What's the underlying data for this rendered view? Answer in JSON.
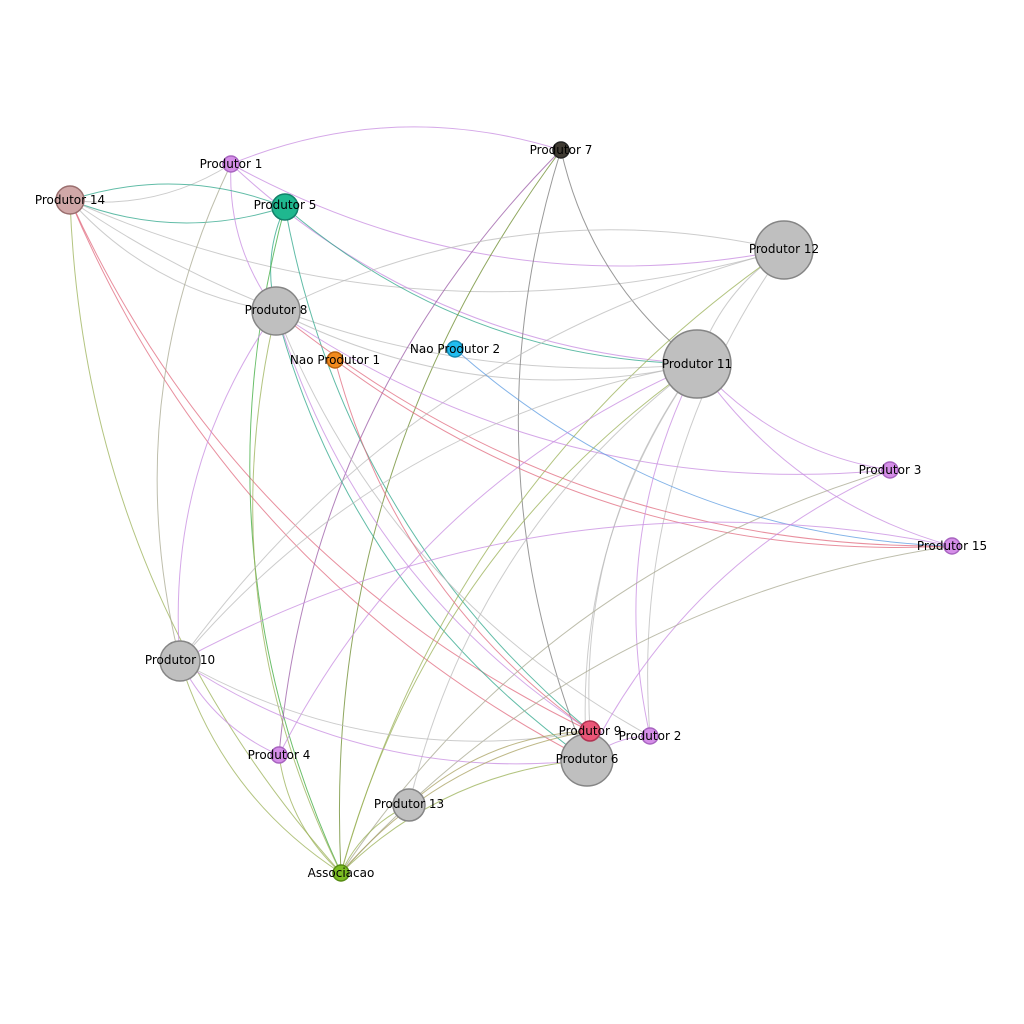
{
  "nodes": [
    {
      "id": "p1",
      "label": "Produtor 1",
      "color": "#d58ee8",
      "stroke": "#a864c0"
    },
    {
      "id": "p2",
      "label": "Produtor 2",
      "color": "#d58ee8",
      "stroke": "#a864c0"
    },
    {
      "id": "p3",
      "label": "Produtor 3",
      "color": "#d58ee8",
      "stroke": "#a864c0"
    },
    {
      "id": "p4",
      "label": "Produtor 4",
      "color": "#d58ee8",
      "stroke": "#a864c0"
    },
    {
      "id": "p5",
      "label": "Produtor 5",
      "color": "#1fb88f",
      "stroke": "#12806a"
    },
    {
      "id": "p6",
      "label": "Produtor 6",
      "color": "#bfbfbf",
      "stroke": "#858585"
    },
    {
      "id": "p7",
      "label": "Produtor 7",
      "color": "#3f3a32",
      "stroke": "#222222"
    },
    {
      "id": "p8",
      "label": "Produtor 8",
      "color": "#bfbfbf",
      "stroke": "#858585"
    },
    {
      "id": "p9",
      "label": "Produtor 9",
      "color": "#ea5677",
      "stroke": "#b13453"
    },
    {
      "id": "p10",
      "label": "Produtor 10",
      "color": "#bfbfbf",
      "stroke": "#858585"
    },
    {
      "id": "p11",
      "label": "Produtor 11",
      "color": "#bfbfbf",
      "stroke": "#858585"
    },
    {
      "id": "p12",
      "label": "Produtor 12",
      "color": "#bfbfbf",
      "stroke": "#858585"
    },
    {
      "id": "p13",
      "label": "Produtor 13",
      "color": "#bfbfbf",
      "stroke": "#858585"
    },
    {
      "id": "p14",
      "label": "Produtor 14",
      "color": "#d1a8a8",
      "stroke": "#9a6e6e"
    },
    {
      "id": "p15",
      "label": "Produtor 15",
      "color": "#d58ee8",
      "stroke": "#a864c0"
    },
    {
      "id": "np1",
      "label": "Nao Produtor 1",
      "color": "#f28a1e",
      "stroke": "#b8620d"
    },
    {
      "id": "np2",
      "label": "Nao Produtor 2",
      "color": "#21bdf0",
      "stroke": "#1288b0"
    },
    {
      "id": "assoc",
      "label": "Associacao",
      "color": "#7cbd23",
      "stroke": "#558a12"
    }
  ],
  "edges": [
    {
      "from": "p14",
      "to": "p1",
      "color": "#bbbbbb"
    },
    {
      "from": "p14",
      "to": "p5",
      "color": "#2ca58a"
    },
    {
      "from": "p14",
      "to": "p8",
      "color": "#bbbbbb"
    },
    {
      "from": "p14",
      "to": "p12",
      "color": "#bbbbbb"
    },
    {
      "from": "p14",
      "to": "p9",
      "color": "#e06a7e"
    },
    {
      "from": "p14",
      "to": "p6",
      "color": "#e06a7e"
    },
    {
      "from": "p14",
      "to": "assoc",
      "color": "#9ab055"
    },
    {
      "from": "p14",
      "to": "p11",
      "color": "#bbbbbb"
    },
    {
      "from": "p1",
      "to": "p11",
      "color": "#c78be0"
    },
    {
      "from": "p1",
      "to": "p12",
      "color": "#c78be0"
    },
    {
      "from": "p1",
      "to": "p8",
      "color": "#c78be0"
    },
    {
      "from": "p1",
      "to": "p10",
      "color": "#a8a890"
    },
    {
      "from": "p5",
      "to": "p11",
      "color": "#2ca58a"
    },
    {
      "from": "p5",
      "to": "p8",
      "color": "#2ca58a"
    },
    {
      "from": "p5",
      "to": "p9",
      "color": "#2ca58a"
    },
    {
      "from": "p5",
      "to": "assoc",
      "color": "#3aaa3a"
    },
    {
      "from": "p5",
      "to": "p14",
      "color": "#2ca58a"
    },
    {
      "from": "p7",
      "to": "assoc",
      "color": "#6a8a2a"
    },
    {
      "from": "p7",
      "to": "p4",
      "color": "#9a5aa6"
    },
    {
      "from": "p7",
      "to": "p11",
      "color": "#777777"
    },
    {
      "from": "p7",
      "to": "p6",
      "color": "#777777"
    },
    {
      "from": "p7",
      "to": "p1",
      "color": "#c78be0"
    },
    {
      "from": "p12",
      "to": "p11",
      "color": "#bbbbbb"
    },
    {
      "from": "p12",
      "to": "assoc",
      "color": "#9ab055"
    },
    {
      "from": "p12",
      "to": "p8",
      "color": "#bbbbbb"
    },
    {
      "from": "p12",
      "to": "p2",
      "color": "#bbbbbb"
    },
    {
      "from": "p12",
      "to": "p10",
      "color": "#bbbbbb"
    },
    {
      "from": "p8",
      "to": "p11",
      "color": "#bbbbbb"
    },
    {
      "from": "p8",
      "to": "p6",
      "color": "#2ca58a"
    },
    {
      "from": "p8",
      "to": "p9",
      "color": "#c78be0"
    },
    {
      "from": "p8",
      "to": "p15",
      "color": "#e06a7e"
    },
    {
      "from": "p8",
      "to": "p3",
      "color": "#c78be0"
    },
    {
      "from": "p8",
      "to": "assoc",
      "color": "#9ab055"
    },
    {
      "from": "p8",
      "to": "p10",
      "color": "#c78be0"
    },
    {
      "from": "p8",
      "to": "p2",
      "color": "#bbbbbb"
    },
    {
      "from": "np1",
      "to": "p9",
      "color": "#e06a7e"
    },
    {
      "from": "np1",
      "to": "p15",
      "color": "#e06a7e"
    },
    {
      "from": "np2",
      "to": "p15",
      "color": "#5a9ae0"
    },
    {
      "from": "p11",
      "to": "p3",
      "color": "#c78be0"
    },
    {
      "from": "p11",
      "to": "p15",
      "color": "#c78be0"
    },
    {
      "from": "p11",
      "to": "p9",
      "color": "#bbbbbb"
    },
    {
      "from": "p11",
      "to": "p6",
      "color": "#bbbbbb"
    },
    {
      "from": "p11",
      "to": "p2",
      "color": "#c78be0"
    },
    {
      "from": "p11",
      "to": "p10",
      "color": "#bbbbbb"
    },
    {
      "from": "p11",
      "to": "p13",
      "color": "#bbbbbb"
    },
    {
      "from": "p11",
      "to": "p4",
      "color": "#c78be0"
    },
    {
      "from": "p11",
      "to": "assoc",
      "color": "#9ab055"
    },
    {
      "from": "p3",
      "to": "p6",
      "color": "#c78be0"
    },
    {
      "from": "p3",
      "to": "assoc",
      "color": "#a8a890"
    },
    {
      "from": "p15",
      "to": "assoc",
      "color": "#a8a890"
    },
    {
      "from": "p15",
      "to": "p10",
      "color": "#c78be0"
    },
    {
      "from": "p10",
      "to": "p6",
      "color": "#c78be0"
    },
    {
      "from": "p10",
      "to": "p9",
      "color": "#bbbbbb"
    },
    {
      "from": "p10",
      "to": "assoc",
      "color": "#9ab055"
    },
    {
      "from": "p10",
      "to": "p4",
      "color": "#c78be0"
    },
    {
      "from": "p4",
      "to": "assoc",
      "color": "#9ab055"
    },
    {
      "from": "p13",
      "to": "assoc",
      "color": "#9ab055"
    },
    {
      "from": "p6",
      "to": "assoc",
      "color": "#9ab055"
    },
    {
      "from": "p9",
      "to": "assoc",
      "color": "#a8a060"
    },
    {
      "from": "p9",
      "to": "p13",
      "color": "#a8a060"
    },
    {
      "from": "p2",
      "to": "p6",
      "color": "#c78be0"
    }
  ]
}
